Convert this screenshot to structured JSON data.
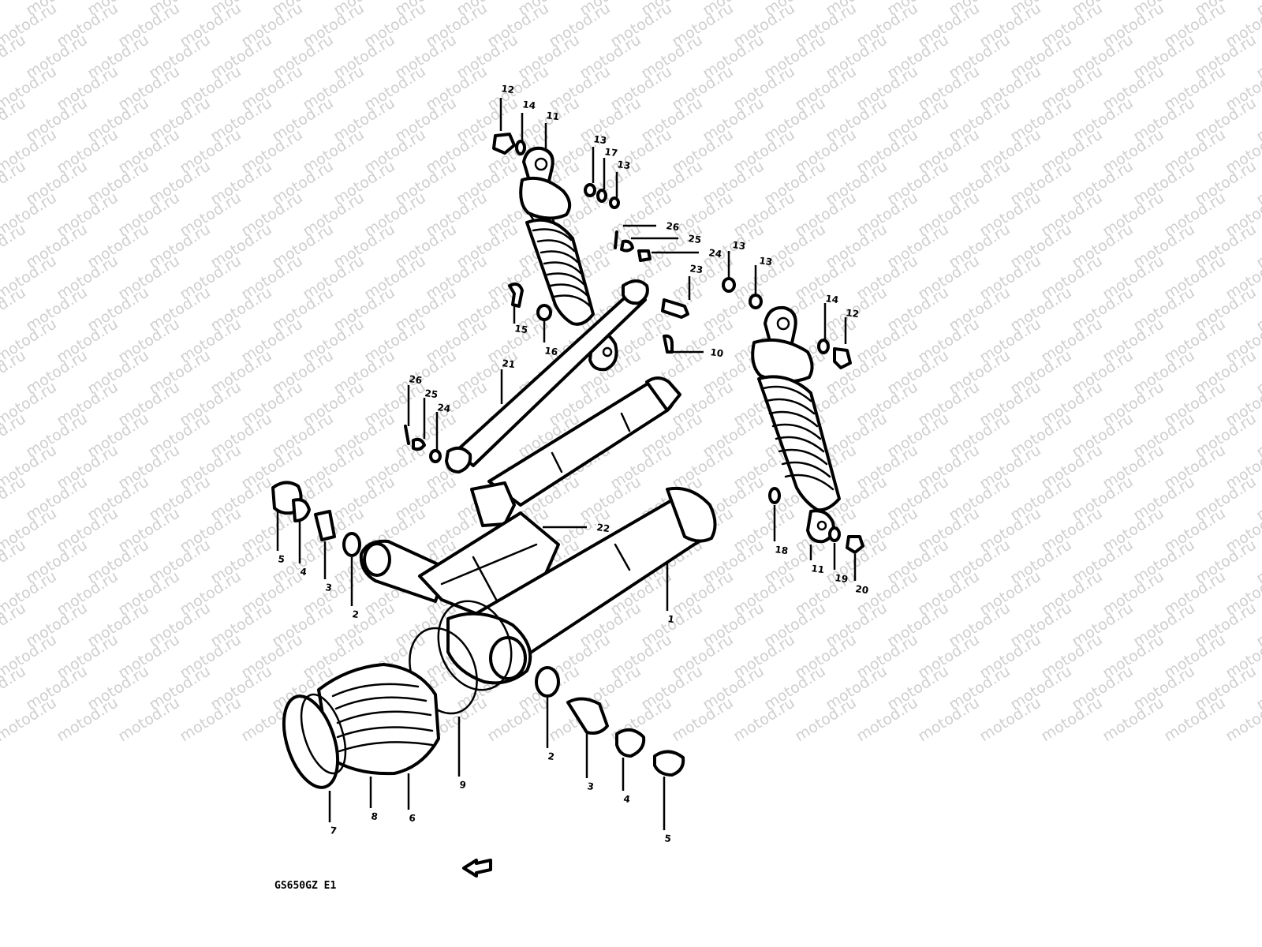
{
  "watermark": "motod.ru",
  "diagram_code": "GS650GZ E1",
  "callouts": [
    {
      "id": "c1",
      "text": "1"
    },
    {
      "id": "c2a",
      "text": "2"
    },
    {
      "id": "c2b",
      "text": "2"
    },
    {
      "id": "c3a",
      "text": "3"
    },
    {
      "id": "c3b",
      "text": "3"
    },
    {
      "id": "c4a",
      "text": "4"
    },
    {
      "id": "c4b",
      "text": "4"
    },
    {
      "id": "c5a",
      "text": "5"
    },
    {
      "id": "c5b",
      "text": "5"
    },
    {
      "id": "c6",
      "text": "6"
    },
    {
      "id": "c7",
      "text": "7"
    },
    {
      "id": "c8",
      "text": "8"
    },
    {
      "id": "c9",
      "text": "9"
    },
    {
      "id": "c10",
      "text": "10"
    },
    {
      "id": "c11a",
      "text": "11"
    },
    {
      "id": "c11b",
      "text": "11"
    },
    {
      "id": "c12a",
      "text": "12"
    },
    {
      "id": "c12b",
      "text": "12"
    },
    {
      "id": "c13a",
      "text": "13"
    },
    {
      "id": "c13b",
      "text": "13"
    },
    {
      "id": "c13c",
      "text": "13"
    },
    {
      "id": "c13d",
      "text": "13"
    },
    {
      "id": "c14a",
      "text": "14"
    },
    {
      "id": "c14b",
      "text": "14"
    },
    {
      "id": "c15",
      "text": "15"
    },
    {
      "id": "c16",
      "text": "16"
    },
    {
      "id": "c17",
      "text": "17"
    },
    {
      "id": "c18",
      "text": "18"
    },
    {
      "id": "c19",
      "text": "19"
    },
    {
      "id": "c20",
      "text": "20"
    },
    {
      "id": "c21",
      "text": "21"
    },
    {
      "id": "c22",
      "text": "22"
    },
    {
      "id": "c23",
      "text": "23"
    },
    {
      "id": "c24a",
      "text": "24"
    },
    {
      "id": "c24b",
      "text": "24"
    },
    {
      "id": "c25a",
      "text": "25"
    },
    {
      "id": "c25b",
      "text": "25"
    },
    {
      "id": "c26a",
      "text": "26"
    },
    {
      "id": "c26b",
      "text": "26"
    }
  ]
}
